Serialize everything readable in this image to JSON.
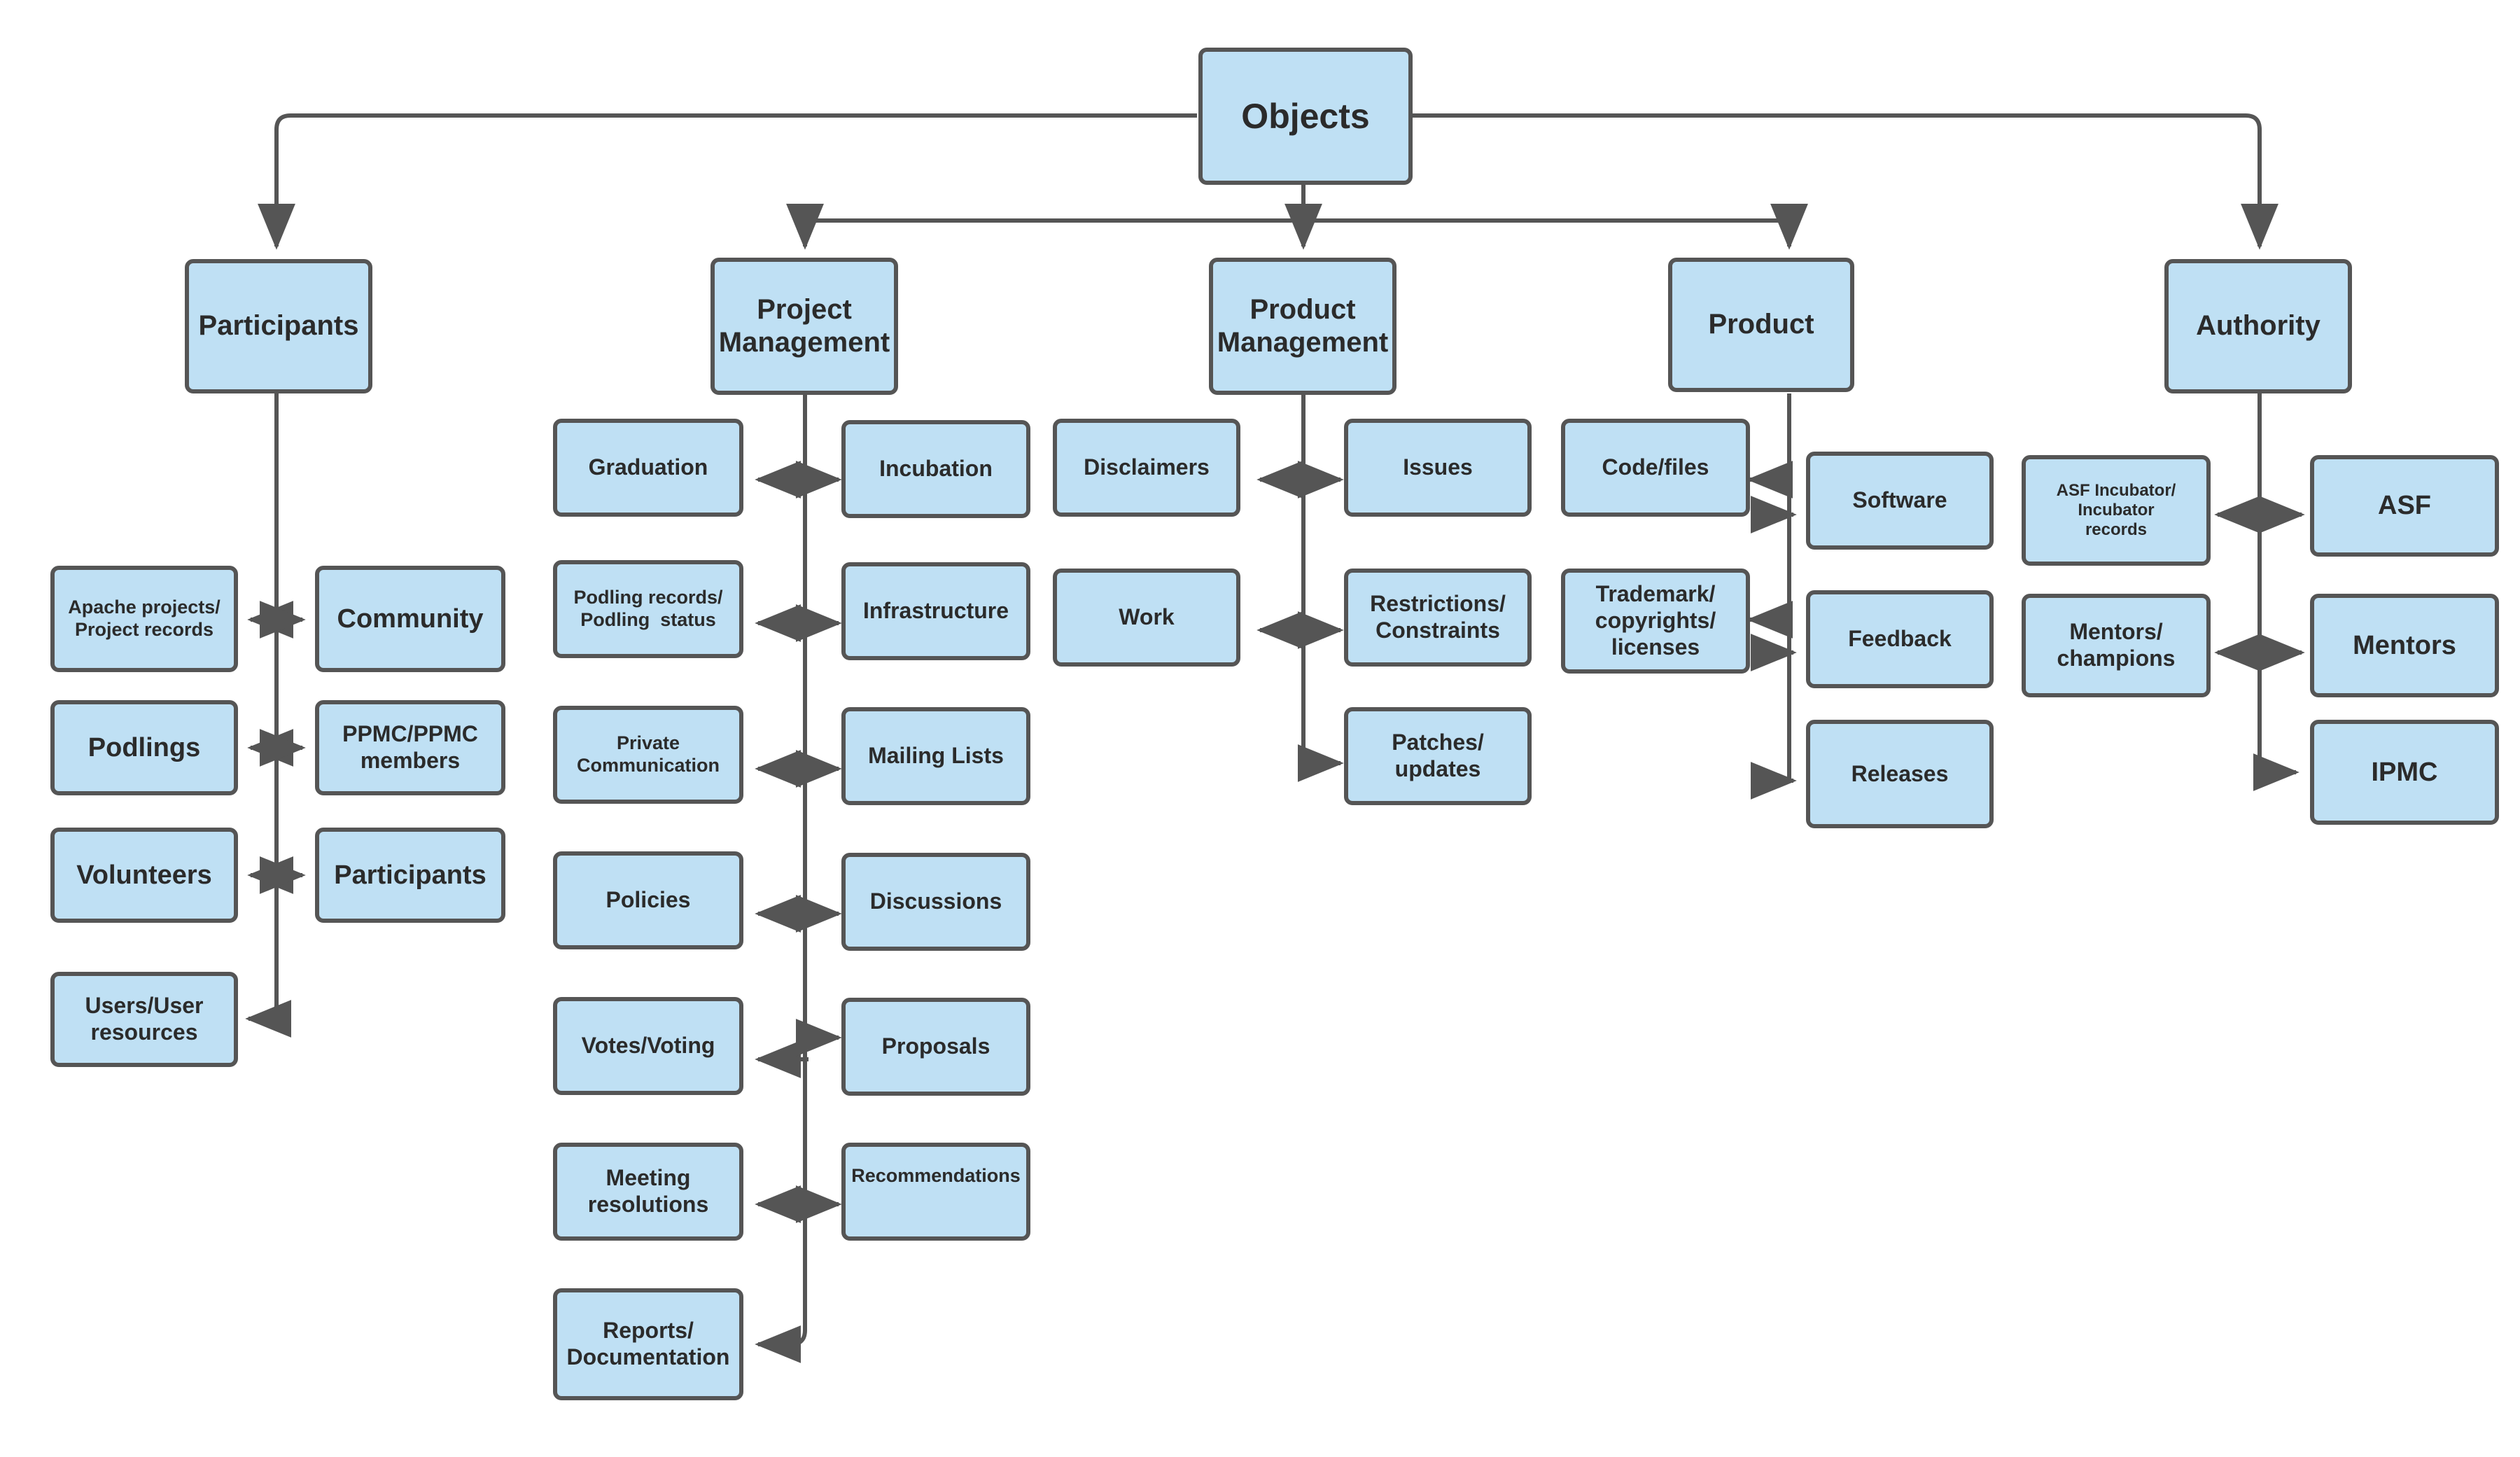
{
  "diagram": {
    "title": "Objects",
    "palette": {
      "node_fill": "#bfe0f4",
      "node_border": "#555555",
      "text": "#2b2b2b",
      "connector": "#555555",
      "background": "#ffffff"
    },
    "root": {
      "label": "Objects"
    },
    "level2": [
      {
        "label": "Participants"
      },
      {
        "label": "Project\nManagement"
      },
      {
        "label": "Product\nManagement"
      },
      {
        "label": "Product"
      },
      {
        "label": "Authority"
      }
    ],
    "participants_branch": {
      "parent": "Participants",
      "left": [
        {
          "label": "Apache projects/\nProject records"
        },
        {
          "label": "Podlings"
        },
        {
          "label": "Volunteers"
        },
        {
          "label": "Users/User\nresources"
        }
      ],
      "right": [
        {
          "label": "Community"
        },
        {
          "label": "PPMC/PPMC\nmembers"
        },
        {
          "label": "Participants"
        }
      ]
    },
    "project_management_branch": {
      "parent": "Project Management",
      "left": [
        {
          "label": "Graduation"
        },
        {
          "label": "Podling records/\nPodling  status"
        },
        {
          "label": "Private\nCommunication"
        },
        {
          "label": "Policies"
        },
        {
          "label": "Votes/Voting"
        },
        {
          "label": "Meeting\nresolutions"
        },
        {
          "label": "Reports/\nDocumentation"
        }
      ],
      "right": [
        {
          "label": "Incubation"
        },
        {
          "label": "Infrastructure"
        },
        {
          "label": "Mailing Lists"
        },
        {
          "label": "Discussions"
        },
        {
          "label": "Proposals"
        },
        {
          "label": "Recommendations"
        }
      ]
    },
    "product_management_branch": {
      "parent": "Product Management",
      "left": [
        {
          "label": "Disclaimers"
        },
        {
          "label": "Work"
        }
      ],
      "right": [
        {
          "label": "Issues"
        },
        {
          "label": "Restrictions/\nConstraints"
        },
        {
          "label": "Patches/\nupdates"
        }
      ]
    },
    "product_branch": {
      "parent": "Product",
      "left": [
        {
          "label": "Code/files"
        },
        {
          "label": "Trademark/\ncopyrights/\nlicenses"
        }
      ],
      "right": [
        {
          "label": "Software"
        },
        {
          "label": "Feedback"
        },
        {
          "label": "Releases"
        }
      ]
    },
    "authority_branch": {
      "parent": "Authority",
      "left": [
        {
          "label": "ASF Incubator/\nIncubator\nrecords"
        },
        {
          "label": "Mentors/\nchampions"
        }
      ],
      "right": [
        {
          "label": "ASF"
        },
        {
          "label": "Mentors"
        },
        {
          "label": "IPMC"
        }
      ]
    }
  }
}
